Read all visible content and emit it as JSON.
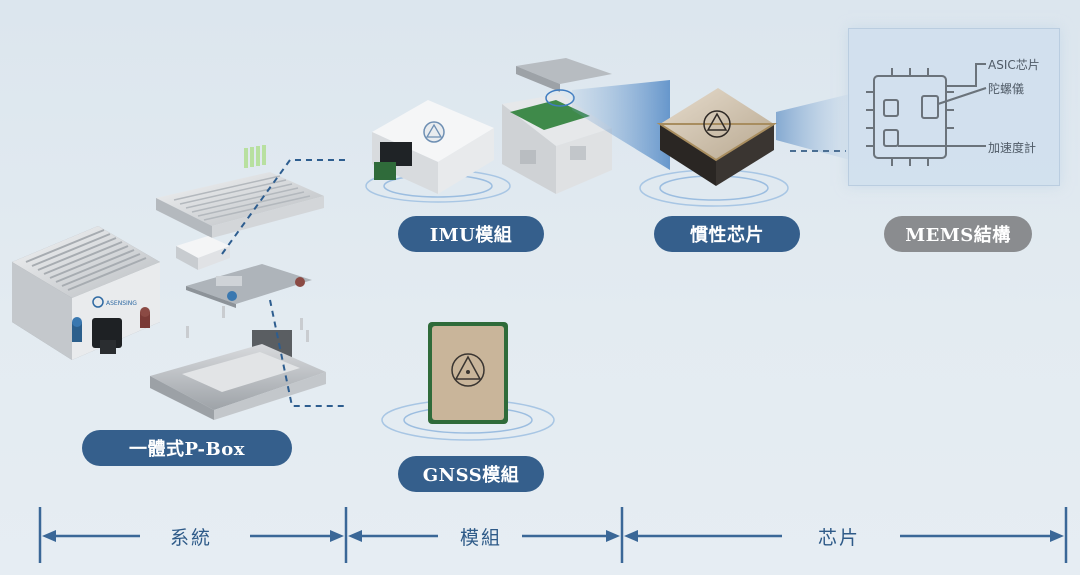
{
  "labels": {
    "imu": "IMU模組",
    "inertial_chip": "慣性芯片",
    "mems": "MEMS結構",
    "pbox": "一體式P-Box",
    "gnss": "GNSS模組"
  },
  "mems_callouts": {
    "asic": "ASIC芯片",
    "gyro": "陀螺儀",
    "accel": "加速度計"
  },
  "pbox_brand": "ASENSING",
  "axis": {
    "system": "系統",
    "module": "模組",
    "chip": "芯片"
  },
  "colors": {
    "pill_blue": "#355f8c",
    "pill_grey": "#8a8c8f",
    "axis_blue": "#3a6797",
    "background": "#dce6ee"
  },
  "icons": [
    "navigation-triangle-icon",
    "chip-icon",
    "signal-wave-icon"
  ]
}
